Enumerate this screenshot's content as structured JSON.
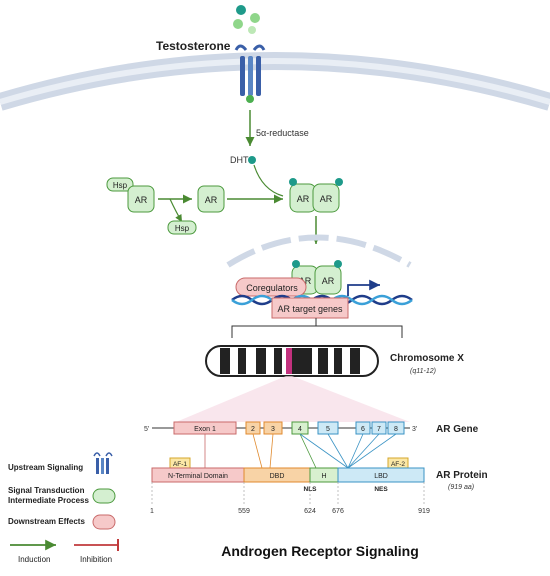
{
  "title": "Androgen Receptor Signaling",
  "testosterone_label": "Testosterone",
  "enzyme_label": "5α-reductase",
  "dht_label": "DHT",
  "hsp_label": "Hsp",
  "ar_label": "AR",
  "coregulators_label": "Coregulators",
  "target_genes_label": "AR target genes",
  "chromosome": {
    "name": "Chromosome X",
    "locus": "(q11-12)"
  },
  "gene": {
    "label": "AR Gene",
    "end5": "5'",
    "end3": "3'",
    "exons": [
      "Exon 1",
      "2",
      "3",
      "4",
      "5",
      "6",
      "7",
      "8"
    ]
  },
  "protein": {
    "label": "AR Protein",
    "length": "(919 aa)",
    "domains": [
      "N-Terminal Domain",
      "DBD",
      "H",
      "LBD"
    ],
    "af1": "AF-1",
    "af2": "AF-2",
    "nls": "NLS",
    "nes": "NES",
    "positions": [
      "1",
      "559",
      "624",
      "676",
      "919"
    ]
  },
  "legend": {
    "upstream": "Upstream Signaling",
    "transduction_line1": "Signal Transduction",
    "transduction_line2": "Intermediate Process",
    "downstream": "Downstream Effects",
    "induction": "Induction",
    "inhibition": "Inhibition"
  },
  "colors": {
    "membrane": "#cfd8e6",
    "node_fill": "#d4efd0",
    "node_stroke": "#4c9a3e",
    "arrow": "#4a8a32",
    "ligand": "#1e9a8a",
    "pink_fill": "#f6c9c9",
    "pink_stroke": "#c96a6a",
    "orange_fill": "#f8d3a6",
    "orange_stroke": "#e08a2e",
    "green_fill": "#d8f0cf",
    "blue_fill": "#cde9f6",
    "blue_stroke": "#3a93c4",
    "inhibition": "#c0393b",
    "yellow_fill": "#fbe7a6",
    "dna_dark": "#1f3d8a",
    "dna_light": "#3aa0d8"
  }
}
